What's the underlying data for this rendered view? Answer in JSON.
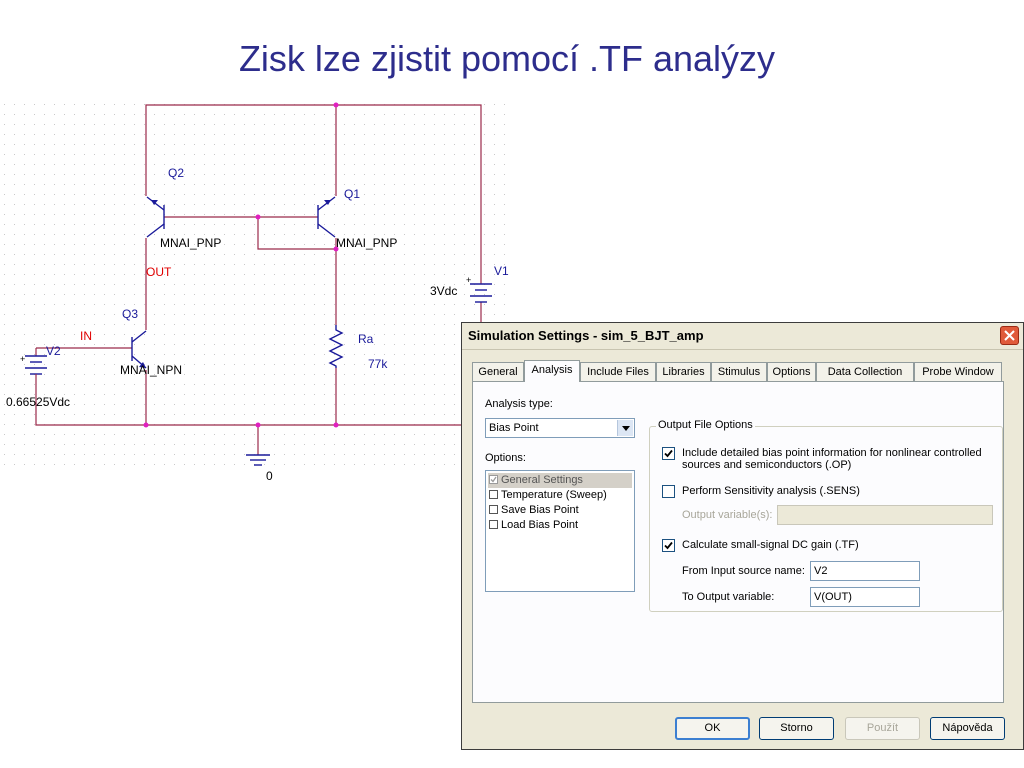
{
  "slide": {
    "title": "Zisk lze zjistit pomocí .TF analýzy"
  },
  "schematic": {
    "q2": {
      "ref": "Q2",
      "model": "MNAI_PNP"
    },
    "q1": {
      "ref": "Q1",
      "model": "MNAI_PNP"
    },
    "q3": {
      "ref": "Q3",
      "model": "MNAI_NPN"
    },
    "v1": {
      "ref": "V1",
      "value": "3Vdc",
      "plus": "+",
      "minus": "-"
    },
    "v2": {
      "ref": "V2",
      "value": "0.66525Vdc",
      "plus": "+",
      "minus": "-"
    },
    "ra": {
      "ref": "Ra",
      "value": "77k"
    },
    "net_out": "OUT",
    "net_in": "IN",
    "ground": "0",
    "colors": {
      "wire": "#9b2a4b",
      "device": "#1a1a9a",
      "net_label": "#e00000",
      "node": "#e020c0"
    }
  },
  "dialog": {
    "title": "Simulation Settings - sim_5_BJT_amp",
    "tabs": [
      {
        "label": "General"
      },
      {
        "label": "Analysis",
        "active": true
      },
      {
        "label": "Include Files"
      },
      {
        "label": "Libraries"
      },
      {
        "label": "Stimulus"
      },
      {
        "label": "Options"
      },
      {
        "label": "Data Collection"
      },
      {
        "label": "Probe Window"
      }
    ],
    "analysis_type_label": "Analysis type:",
    "analysis_type_value": "Bias Point",
    "options_label": "Options:",
    "options": [
      {
        "label": "General Settings",
        "checked": true,
        "selected": true,
        "disabled": true
      },
      {
        "label": "Temperature (Sweep)",
        "checked": false
      },
      {
        "label": "Save Bias Point",
        "checked": false
      },
      {
        "label": "Load Bias Point",
        "checked": false
      }
    ],
    "output_options": {
      "legend": "Output File Options",
      "detailed_bias_line1": "Include detailed bias point information for nonlinear controlled",
      "detailed_bias_line2": "sources and semiconductors (.OP)",
      "detailed_bias_checked": true,
      "sensitivity_label": "Perform Sensitivity analysis (.SENS)",
      "sensitivity_checked": false,
      "output_variables_label": "Output variable(s):",
      "output_variables_value": "",
      "tf_label": "Calculate small-signal DC gain (.TF)",
      "tf_checked": true,
      "from_input_label": "From Input source name:",
      "from_input_value": "V2",
      "to_output_label": "To Output variable:",
      "to_output_value": "V(OUT)"
    },
    "buttons": {
      "ok": "OK",
      "cancel": "Storno",
      "apply": "Použít",
      "help": "Nápověda"
    },
    "colors": {
      "face": "#ece9d8",
      "panel": "#fcfcfe",
      "close": "#e05a3a",
      "field_border": "#7f9db9"
    }
  }
}
